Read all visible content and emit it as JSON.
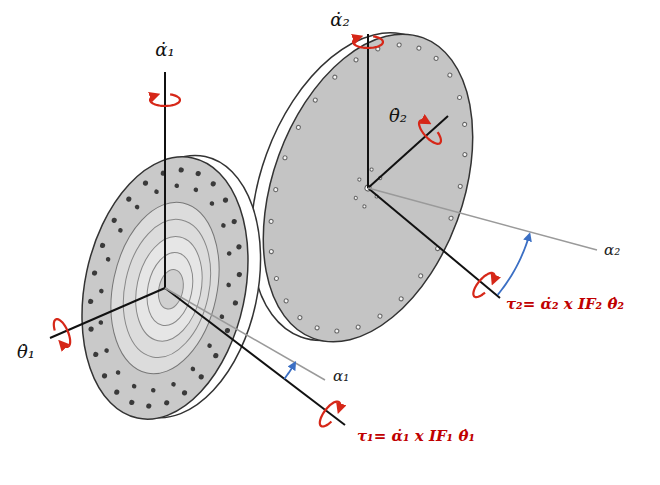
{
  "diagram": {
    "labels": [
      "α̇₁",
      "θ̇₁",
      "α₁",
      "τ₁= α̇₁ x IF₁ θ̇₁",
      "α̇₂",
      "θ̇₂",
      "α₂",
      "τ₂= α̇₂ x IF₂ θ̇₂"
    ]
  }
}
